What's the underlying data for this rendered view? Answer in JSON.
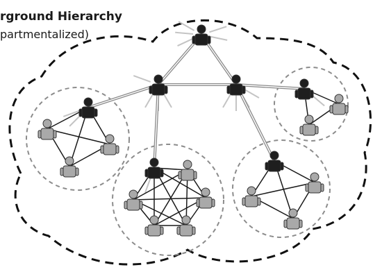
{
  "title": "rground Hierarchy",
  "subtitle": "partmentalized)",
  "colors": {
    "leader": "#1e1e1e",
    "member": "#a9a9a9",
    "outline": "#333333",
    "boundary": "#111111",
    "cell_boundary": "#8c8c8c",
    "hierarchy_link": "#8a8a8a",
    "cell_link": "#1a1a1a"
  },
  "nodes": [
    {
      "id": "top",
      "role": "leader"
    },
    {
      "id": "mid_left",
      "role": "leader"
    },
    {
      "id": "mid_right",
      "role": "leader"
    },
    {
      "id": "cell1_leader",
      "role": "leader"
    },
    {
      "id": "cell1_m1",
      "role": "member"
    },
    {
      "id": "cell1_m2",
      "role": "member"
    },
    {
      "id": "cell1_m3",
      "role": "member"
    },
    {
      "id": "cell2_leader",
      "role": "leader"
    },
    {
      "id": "cell2_m1",
      "role": "member"
    },
    {
      "id": "cell2_m2",
      "role": "member"
    },
    {
      "id": "cell2_m3",
      "role": "member"
    },
    {
      "id": "cell2_m4",
      "role": "member"
    },
    {
      "id": "cell2_m5",
      "role": "member"
    },
    {
      "id": "cell3_leader",
      "role": "leader"
    },
    {
      "id": "cell3_m1",
      "role": "member"
    },
    {
      "id": "cell3_m2",
      "role": "member"
    },
    {
      "id": "cell3_m3",
      "role": "member"
    },
    {
      "id": "cell4_leader",
      "role": "leader"
    },
    {
      "id": "cell4_m1",
      "role": "member"
    },
    {
      "id": "cell4_m2",
      "role": "member"
    }
  ],
  "hierarchy_links": [
    [
      "top",
      "mid_left"
    ],
    [
      "top",
      "mid_right"
    ],
    [
      "mid_left",
      "mid_right"
    ],
    [
      "mid_left",
      "cell1_leader"
    ],
    [
      "mid_left",
      "cell2_leader"
    ],
    [
      "mid_right",
      "cell3_leader"
    ],
    [
      "mid_right",
      "cell4_leader"
    ]
  ],
  "cells": [
    {
      "id": "cell1",
      "members": [
        "cell1_leader",
        "cell1_m1",
        "cell1_m2",
        "cell1_m3"
      ]
    },
    {
      "id": "cell2",
      "members": [
        "cell2_leader",
        "cell2_m1",
        "cell2_m2",
        "cell2_m3",
        "cell2_m4",
        "cell2_m5"
      ]
    },
    {
      "id": "cell3",
      "members": [
        "cell3_leader",
        "cell3_m1",
        "cell3_m2",
        "cell3_m3"
      ]
    },
    {
      "id": "cell4",
      "members": [
        "cell4_leader",
        "cell4_m1",
        "cell4_m2"
      ]
    }
  ]
}
